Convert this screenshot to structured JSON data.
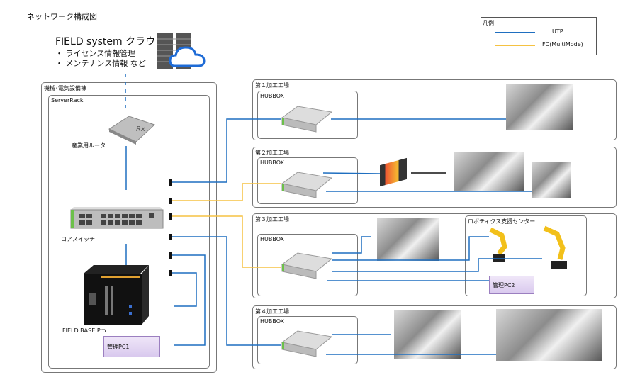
{
  "title": "ネットワーク構成図",
  "cloud": {
    "title": "FIELD system クラウド",
    "bullets": [
      "・ ライセンス情報管理",
      "・ メンテナンス情報 など"
    ],
    "icon": "cloud-server-icon"
  },
  "legend": {
    "title": "凡例",
    "items": [
      {
        "label": "UTP",
        "color": "#1f6fc0"
      },
      {
        "label": "FC(MultiMode)",
        "color": "#f5c242"
      }
    ]
  },
  "building": {
    "label": "機械･電気設備棟",
    "rack_label": "ServerRack",
    "router_label": "産業用ルータ",
    "core_switch_label": "コアスイッチ",
    "fieldbase_label": "FIELD BASE Pro",
    "pc_label": "管理PC1"
  },
  "factories": [
    {
      "label": "第１加工工場",
      "hub": "HUBBOX"
    },
    {
      "label": "第２加工工場",
      "hub": "HUBBOX"
    },
    {
      "label": "第３加工工場",
      "hub": "HUBBOX",
      "sub": {
        "label": "ロボティクス支援センター",
        "pc_label": "管理PC2"
      }
    },
    {
      "label": "第４加工工場",
      "hub": "HUBBOX"
    }
  ],
  "colors": {
    "utp": "#1f6fc0",
    "fc": "#f5c242",
    "border": "#777777"
  }
}
